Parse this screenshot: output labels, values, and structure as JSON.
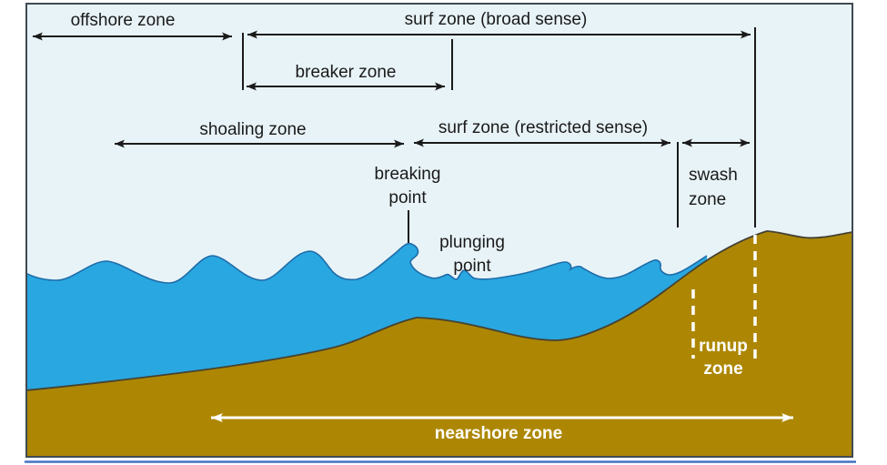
{
  "diagram": {
    "title": "nearshore wave zones cross-section",
    "labels": {
      "offshore": "offshore zone",
      "surf_broad": "surf zone (broad sense)",
      "breaker": "breaker zone",
      "shoaling": "shoaling zone",
      "surf_restricted": "surf zone (restricted sense)",
      "swash_line1": "swash",
      "swash_line2": "zone",
      "breaking_line1": "breaking",
      "breaking_line2": "point",
      "plunging_line1": "plunging",
      "plunging_line2": "point",
      "runup_line1": "runup",
      "runup_line2": "zone",
      "nearshore": "nearshore zone"
    },
    "colors": {
      "background": "#e8f3f8",
      "water": "#29a7e1",
      "water_outline": "#1e6ca8",
      "sand": "#ad8703",
      "sand_outline": "#454233",
      "arrow": "#1a1a1a",
      "white": "#ffffff",
      "frame": "#404a52",
      "underline": "#4472c4"
    }
  }
}
